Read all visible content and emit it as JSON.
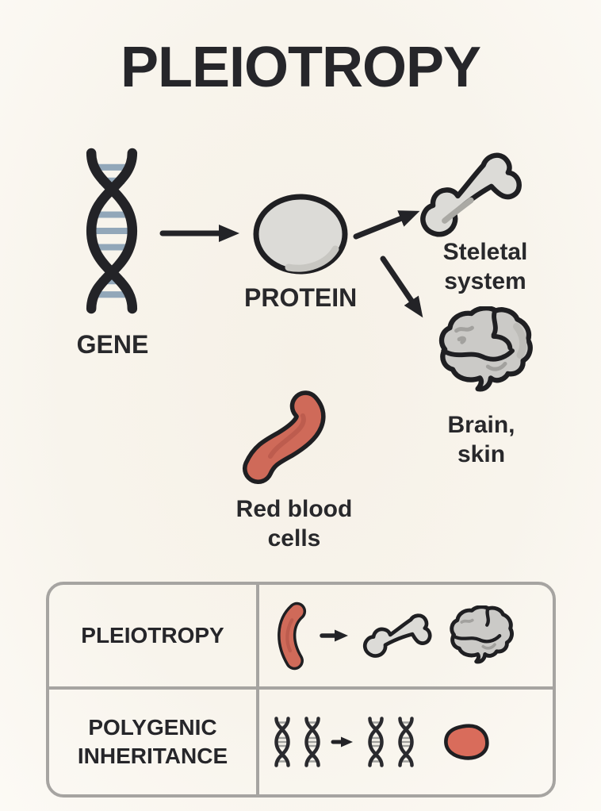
{
  "title": "PLEIOTROPY",
  "diagram": {
    "gene_label": "GENE",
    "protein_label": "PROTEIN",
    "skeletal_label": "Steletal\nsystem",
    "brain_label": "Brain,\nskin",
    "red_blood_label": "Red blood\ncells",
    "icons": [
      "dna-helix-icon",
      "arrow-right-icon",
      "protein-oval-icon",
      "bone-icon",
      "brain-icon",
      "red-blood-cell-icon"
    ]
  },
  "comparison_table": {
    "rows": [
      {
        "term": "PLEIOTROPY",
        "icons": [
          "sickle-cell-icon",
          "arrow-right-icon",
          "bone-icon",
          "brain-icon"
        ]
      },
      {
        "term": "POLYGENIC\nINHERITANCE",
        "icons": [
          "dna-helix-icon",
          "dna-helix-icon",
          "arrow-right-icon",
          "dna-helix-icon",
          "dna-helix-icon",
          "red-oval-icon"
        ]
      }
    ]
  },
  "colors": {
    "background": "#f8f4ec",
    "ink": "#26262a",
    "dna_rung_blue": "#92a7b9",
    "organ_gray": "#dcdbd7",
    "brain_gray": "#cbcac7",
    "red_cell": "#cf6a59",
    "red_cell_inner": "#bd5c4e",
    "table_border": "#a6a4a1"
  }
}
